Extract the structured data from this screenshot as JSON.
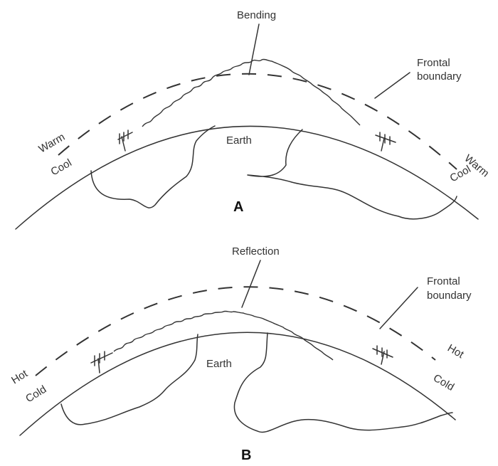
{
  "panel_a": {
    "label": "A",
    "effect_label": "Bending",
    "boundary_label_1": "Frontal",
    "boundary_label_2": "boundary",
    "earth_label": "Earth",
    "upper_air_left": "Warm",
    "lower_air_left": "Cool",
    "upper_air_right": "Warm",
    "lower_air_right": "Cool"
  },
  "panel_b": {
    "label": "B",
    "effect_label": "Reflection",
    "boundary_label_1": "Frontal",
    "boundary_label_2": "boundary",
    "earth_label": "Earth",
    "upper_air_left": "Hot",
    "lower_air_left": "Cold",
    "upper_air_right": "Hot",
    "lower_air_right": "Cold"
  }
}
